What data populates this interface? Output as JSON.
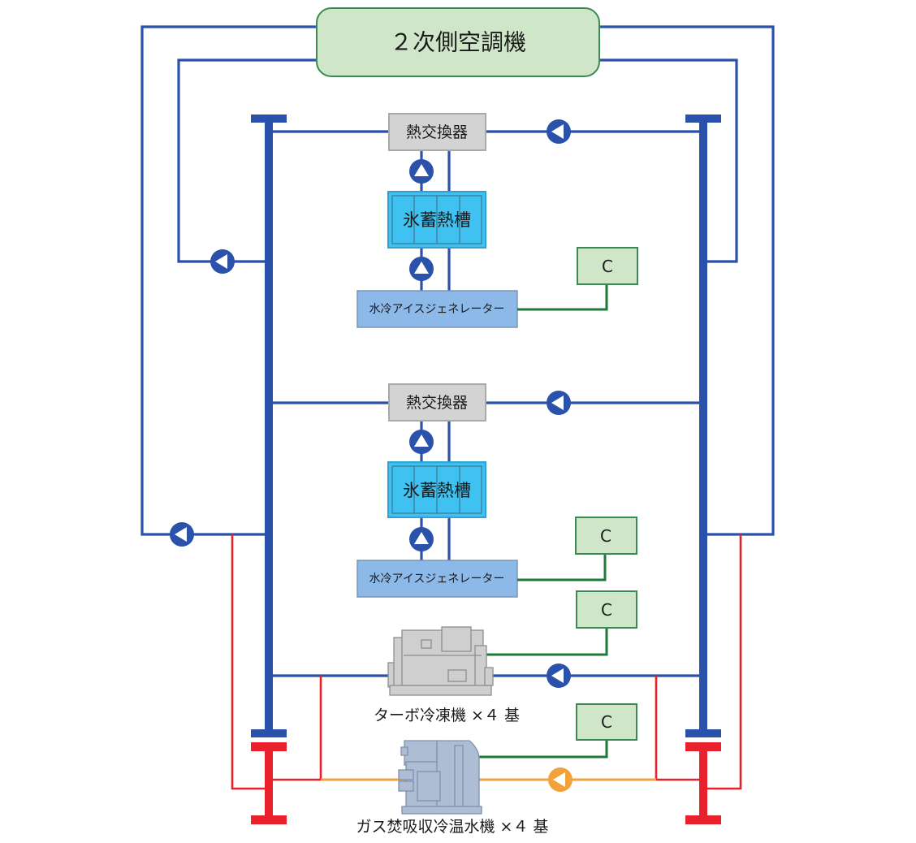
{
  "secondary_unit": {
    "label": "２次側空調機"
  },
  "systems": [
    {
      "heat_exchanger": "熱交換器",
      "ice_tank": "氷蓄熱槽",
      "ice_generator": "水冷アイスジェネレーター",
      "controller": "C"
    },
    {
      "heat_exchanger": "熱交換器",
      "ice_tank": "氷蓄熱槽",
      "ice_generator": "水冷アイスジェネレーター",
      "controller": "C"
    }
  ],
  "turbo_chiller": {
    "label": "ターボ冷凍機 ×４ 基",
    "controller": "C"
  },
  "absorption_chiller": {
    "label": "ガス焚吸収冷温水機 ×４ 基",
    "controller": "C"
  },
  "legend_colors": {
    "chilled_water": "#2a52aa",
    "hot_water": "#e8212c",
    "absorption_loop": "#f2a23a",
    "control_signal": "#1d7a3a"
  }
}
